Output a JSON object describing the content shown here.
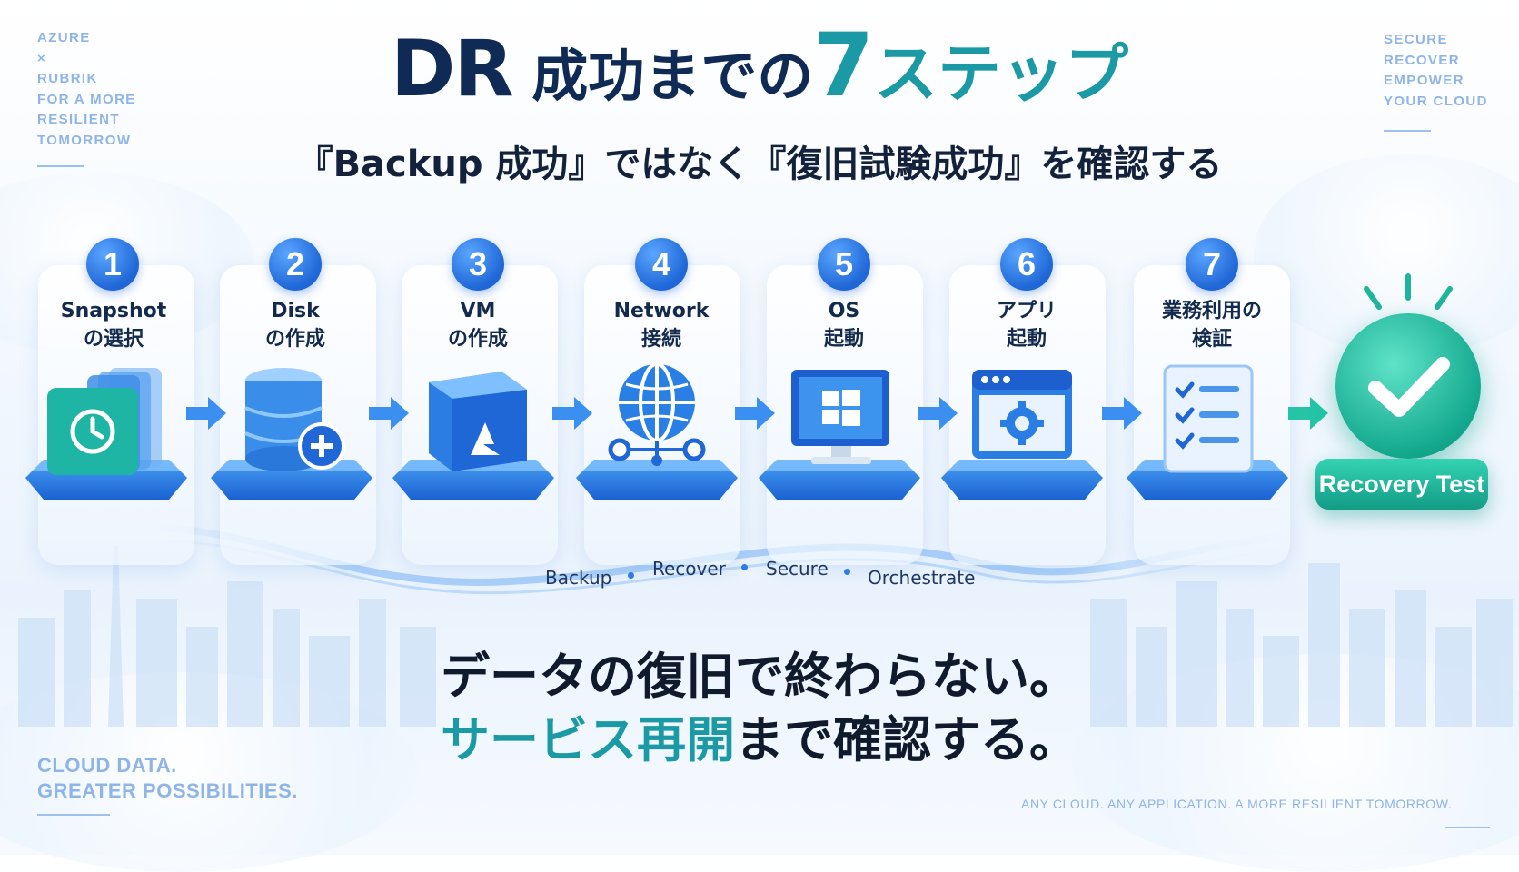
{
  "corner_left": [
    "AZURE",
    "×",
    "RUBRIK",
    "FOR A MORE",
    "RESILIENT",
    "TOMORROW"
  ],
  "corner_right": [
    "SECURE",
    "RECOVER",
    "EMPOWER",
    "YOUR CLOUD"
  ],
  "headline": {
    "dr": "DR",
    "mid": " 成功までの",
    "seven": "7",
    "steps": "ステップ"
  },
  "subheadline": "『Backup 成功』ではなく『復旧試験成功』を確認する",
  "steps": [
    {
      "number": "1",
      "line1": "Snapshot",
      "line2": "の選択",
      "icon": "snapshot-icon"
    },
    {
      "number": "2",
      "line1": "Disk",
      "line2": "の作成",
      "icon": "database-plus-icon"
    },
    {
      "number": "3",
      "line1": "VM",
      "line2": "の作成",
      "icon": "azure-cube-icon"
    },
    {
      "number": "4",
      "line1": "Network",
      "line2": "接続",
      "icon": "globe-network-icon"
    },
    {
      "number": "5",
      "line1": "OS",
      "line2": "起動",
      "icon": "windows-monitor-icon"
    },
    {
      "number": "6",
      "line1": "アプリ",
      "line2": "起動",
      "icon": "app-gear-icon"
    },
    {
      "number": "7",
      "line1": "業務利用の",
      "line2": "検証",
      "icon": "checklist-icon"
    }
  ],
  "final_badge": {
    "label": "Recovery Test",
    "icon": "check-icon"
  },
  "flow_words": [
    "Backup",
    "Recover",
    "Secure",
    "Orchestrate"
  ],
  "bottom": {
    "line1": "データの復旧で終わらない。",
    "line2_teal": "サービス再開",
    "line2_rest": "まで確認する。"
  },
  "footer_left": [
    "CLOUD DATA.",
    "GREATER POSSIBILITIES."
  ],
  "footer_right": "ANY CLOUD.   ANY APPLICATION.   A MORE RESILIENT TOMORROW.",
  "colors": {
    "navy": "#0e2a55",
    "teal": "#1b9aa6",
    "blue": "#1f66d6",
    "accent_green": "#14a98f"
  }
}
